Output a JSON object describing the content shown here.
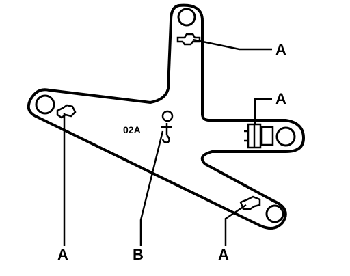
{
  "diagram": {
    "part_code": "02A",
    "callouts": {
      "a_top_right": "A",
      "a_mid_right": "A",
      "a_bottom_left": "A",
      "a_bottom_center": "A",
      "b_bottom": "B"
    }
  },
  "colors": {
    "line": "#000000",
    "background": "#ffffff"
  }
}
